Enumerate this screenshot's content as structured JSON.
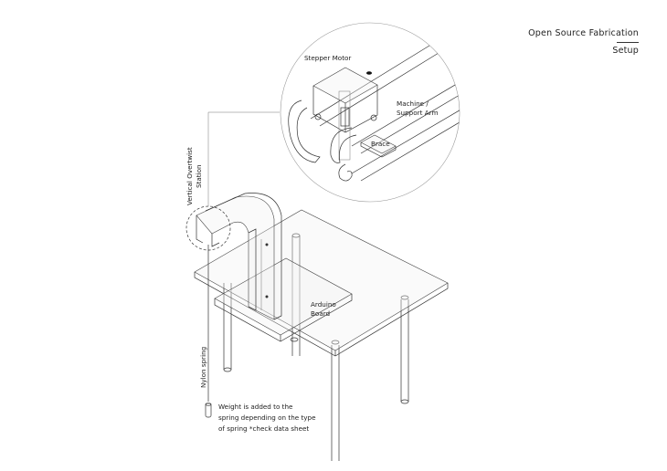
{
  "header": {
    "title": "Open Source Fabrication",
    "subtitle": "Setup"
  },
  "labels": {
    "stepper_motor": "Stepper Motor",
    "machine_arm_1": "Machine /",
    "machine_arm_2": "Support Arm",
    "brace": "Brace",
    "station_1": "Vertical Overtwist",
    "station_2": "Station",
    "arduino_1": "Arduino",
    "arduino_2": "Board",
    "nylon_spring": "Nylon spring",
    "weight_1": "Weight is added to the",
    "weight_2": "spring depending on the type",
    "weight_3": "of spring *check data sheet"
  }
}
